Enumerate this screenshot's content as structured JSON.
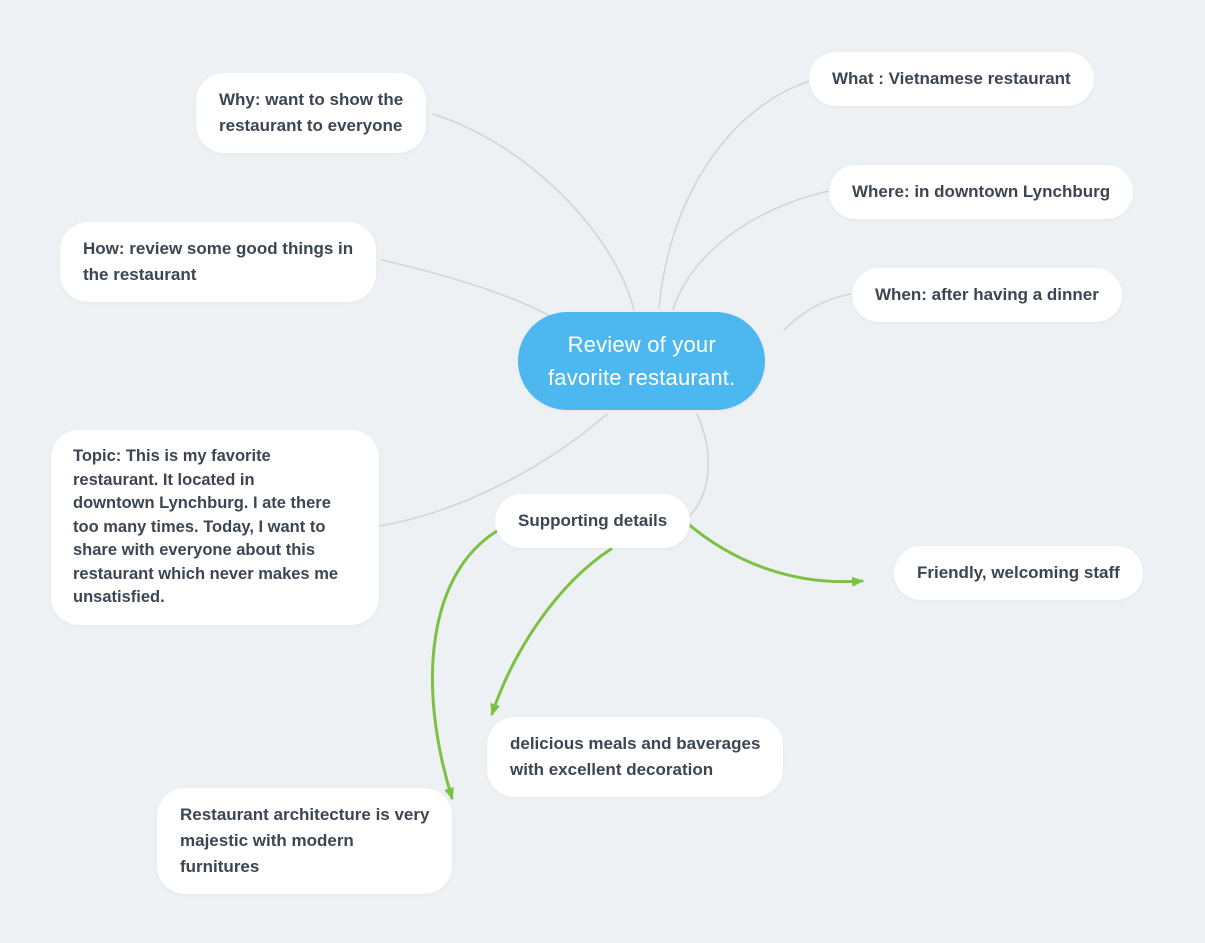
{
  "colors": {
    "background": "#edf1f4",
    "root_bubble": "#4db8f0",
    "root_text": "#ffffff",
    "node_bubble": "#ffffff",
    "node_text": "#3c4653",
    "connector_gray": "#d2d6da",
    "arrow_green": "#7cc143"
  },
  "nodes": {
    "root": {
      "label": "Review of your\nfavorite restaurant."
    },
    "why": {
      "label": "Why: want to show the\nrestaurant to everyone"
    },
    "what": {
      "label": "What : Vietnamese restaurant"
    },
    "where": {
      "label": "Where: in downtown Lynchburg"
    },
    "when": {
      "label": "When: after having a dinner"
    },
    "how": {
      "label": "How: review some good things in\nthe restaurant"
    },
    "topic": {
      "label": "Topic: This is my favorite\nrestaurant. It located in\ndowntown Lynchburg. I ate there\ntoo many times. Today, I want to\nshare with everyone about this\nrestaurant which never makes me\nunsatisfied."
    },
    "supporting": {
      "label": "Supporting details"
    },
    "friendly": {
      "label": "Friendly, welcoming staff"
    },
    "delicious": {
      "label": "delicious meals and baverages\nwith excellent decoration"
    },
    "architecture": {
      "label": "Restaurant architecture is very\nmajestic with modern\nfurnitures"
    }
  },
  "edges": [
    {
      "from": "root",
      "to": "why",
      "style": "gray-curve"
    },
    {
      "from": "root",
      "to": "what",
      "style": "gray-curve"
    },
    {
      "from": "root",
      "to": "where",
      "style": "gray-curve"
    },
    {
      "from": "root",
      "to": "when",
      "style": "gray-curve"
    },
    {
      "from": "root",
      "to": "how",
      "style": "gray-curve"
    },
    {
      "from": "root",
      "to": "topic",
      "style": "gray-curve"
    },
    {
      "from": "root",
      "to": "supporting",
      "style": "gray-curve"
    },
    {
      "from": "supporting",
      "to": "friendly",
      "style": "green-arrow"
    },
    {
      "from": "supporting",
      "to": "delicious",
      "style": "green-arrow"
    },
    {
      "from": "supporting",
      "to": "architecture",
      "style": "green-arrow"
    }
  ]
}
